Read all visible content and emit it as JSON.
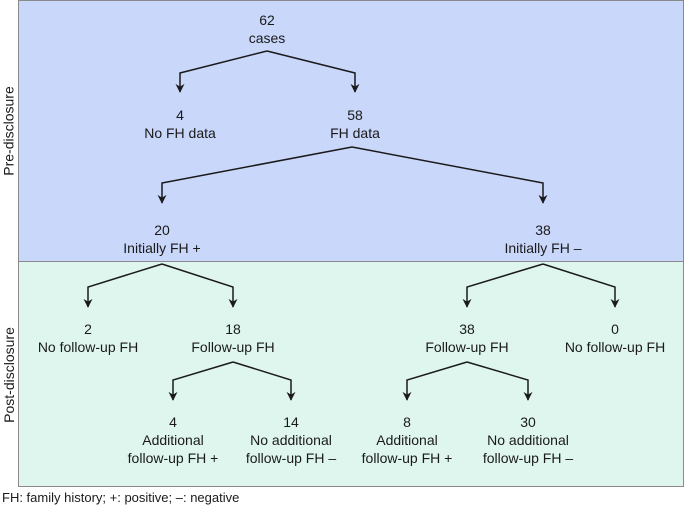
{
  "side_labels": {
    "pre": "Pre-disclosure",
    "post": "Post-disclosure"
  },
  "nodes": {
    "cases": {
      "count": "62",
      "label": "cases"
    },
    "no_fh_data": {
      "count": "4",
      "label": "No FH data"
    },
    "fh_data": {
      "count": "58",
      "label": "FH data"
    },
    "initially_pos": {
      "count": "20",
      "label": "Initially FH +"
    },
    "initially_neg": {
      "count": "38",
      "label": "Initially FH –"
    },
    "pos_no_followup": {
      "count": "2",
      "label": "No follow-up FH"
    },
    "pos_followup": {
      "count": "18",
      "label": "Follow-up FH"
    },
    "neg_followup": {
      "count": "38",
      "label": "Follow-up FH"
    },
    "neg_no_followup": {
      "count": "0",
      "label": "No follow-up FH"
    },
    "pos_additional": {
      "count": "4",
      "line1": "Additional",
      "line2": "follow-up FH +"
    },
    "pos_no_additional": {
      "count": "14",
      "line1": "No additional",
      "line2": "follow-up FH –"
    },
    "neg_additional": {
      "count": "8",
      "line1": "Additional",
      "line2": "follow-up FH +"
    },
    "neg_no_additional": {
      "count": "30",
      "line1": "No additional",
      "line2": "follow-up FH –"
    }
  },
  "footnote": "FH: family history; +: positive; –: negative"
}
